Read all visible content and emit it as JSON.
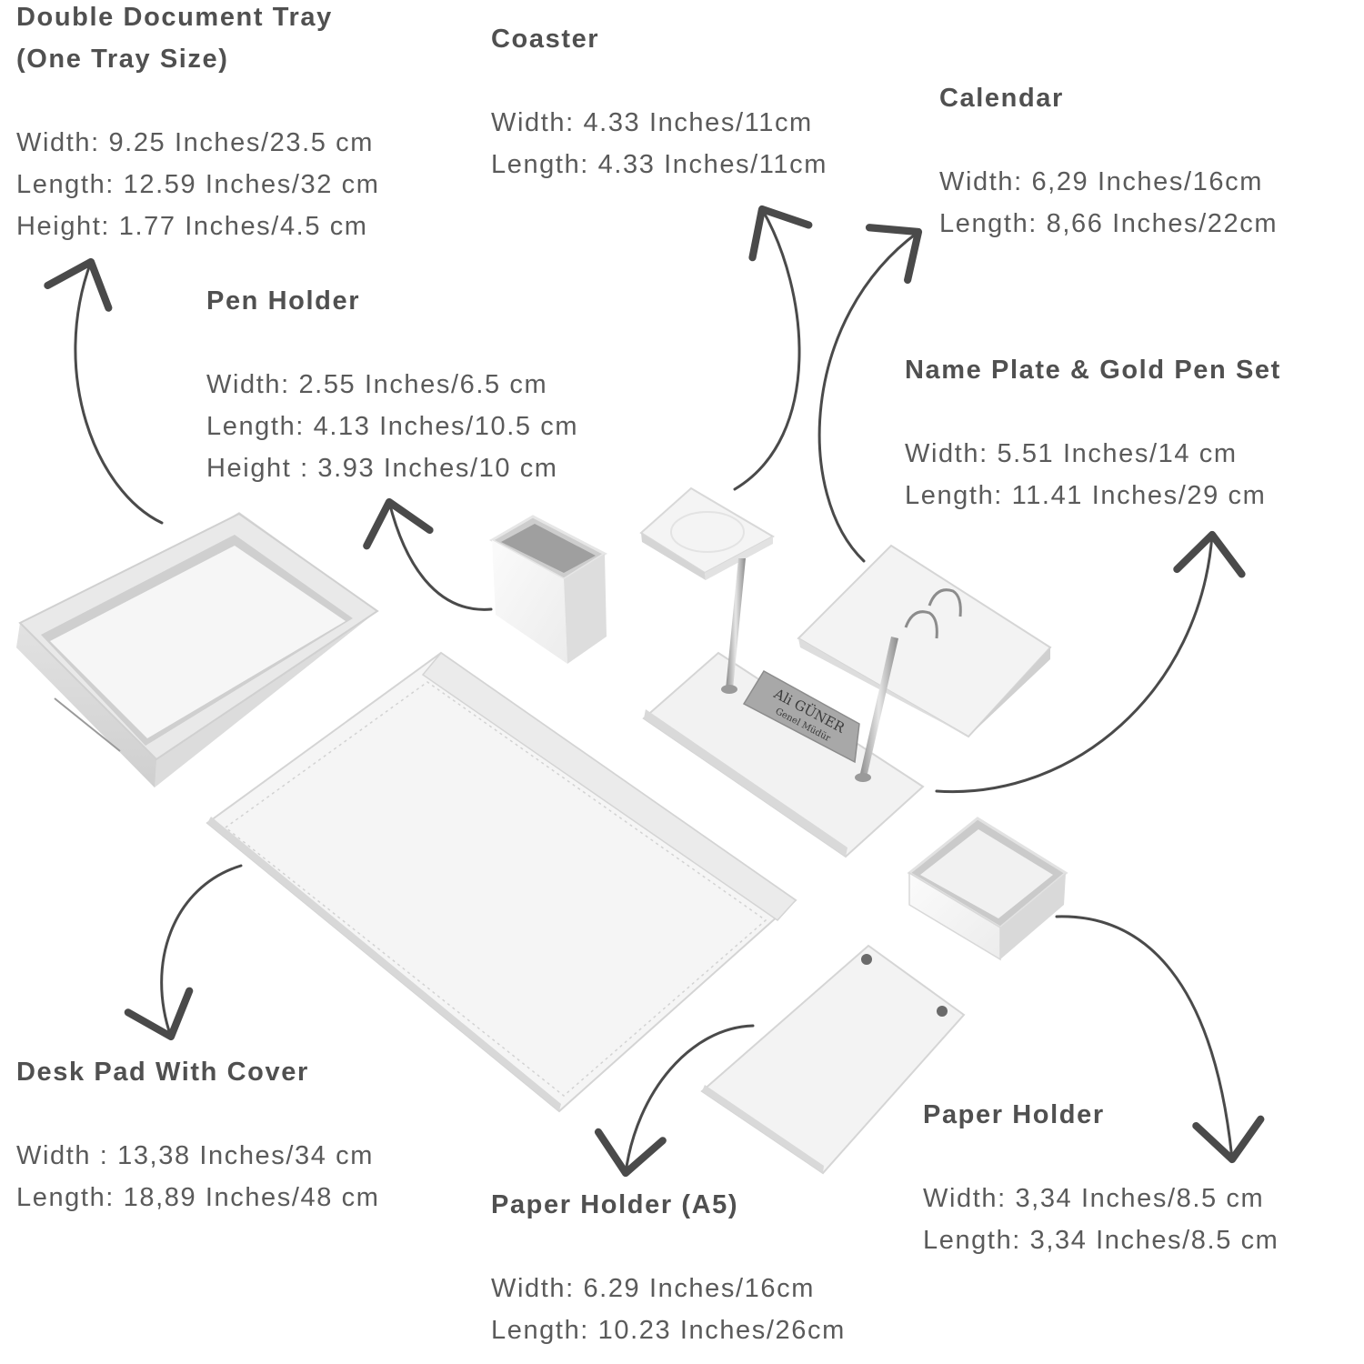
{
  "colors": {
    "background": "#ffffff",
    "text": "#555555",
    "arrow": "#4a4a4a",
    "product_white": "#f4f4f4",
    "product_shade": "#d6d6d6",
    "product_inner": "#c9c9c9",
    "metal": "#9a9a9a"
  },
  "items": {
    "tray": {
      "title_line1": "Double Document Tray",
      "title_line2": "(One Tray Size)",
      "dims": [
        "Width: 9.25 Inches/23.5 cm",
        "Length: 12.59 Inches/32 cm",
        "Height: 1.77 Inches/4.5 cm"
      ]
    },
    "coaster": {
      "title": "Coaster",
      "dims": [
        "Width: 4.33 Inches/11cm",
        "Length: 4.33 Inches/11cm"
      ]
    },
    "calendar": {
      "title": "Calendar",
      "dims": [
        "Width: 6,29 Inches/16cm",
        "Length: 8,66 Inches/22cm"
      ]
    },
    "pen_holder": {
      "title": "Pen Holder",
      "dims": [
        "Width: 2.55 Inches/6.5 cm",
        "Length: 4.13 Inches/10.5 cm",
        "Height : 3.93 Inches/10 cm"
      ]
    },
    "name_plate": {
      "title": "Name Plate & Gold Pen Set",
      "dims": [
        "Width: 5.51 Inches/14 cm",
        "Length: 11.41 Inches/29 cm"
      ],
      "plate_text_line1": "Ali GÜNER",
      "plate_text_line2": "Genel Müdür"
    },
    "desk_pad": {
      "title": "Desk Pad With Cover",
      "dims": [
        "Width : 13,38 Inches/34 cm",
        "Length: 18,89 Inches/48 cm"
      ]
    },
    "paper_holder": {
      "title": "Paper Holder",
      "dims": [
        "Width: 3,34 Inches/8.5 cm",
        "Length: 3,34 Inches/8.5 cm"
      ]
    },
    "paper_holder_a5": {
      "title": "Paper Holder (A5)",
      "dims": [
        "Width: 6.29 Inches/16cm",
        "Length: 10.23 Inches/26cm"
      ]
    }
  }
}
